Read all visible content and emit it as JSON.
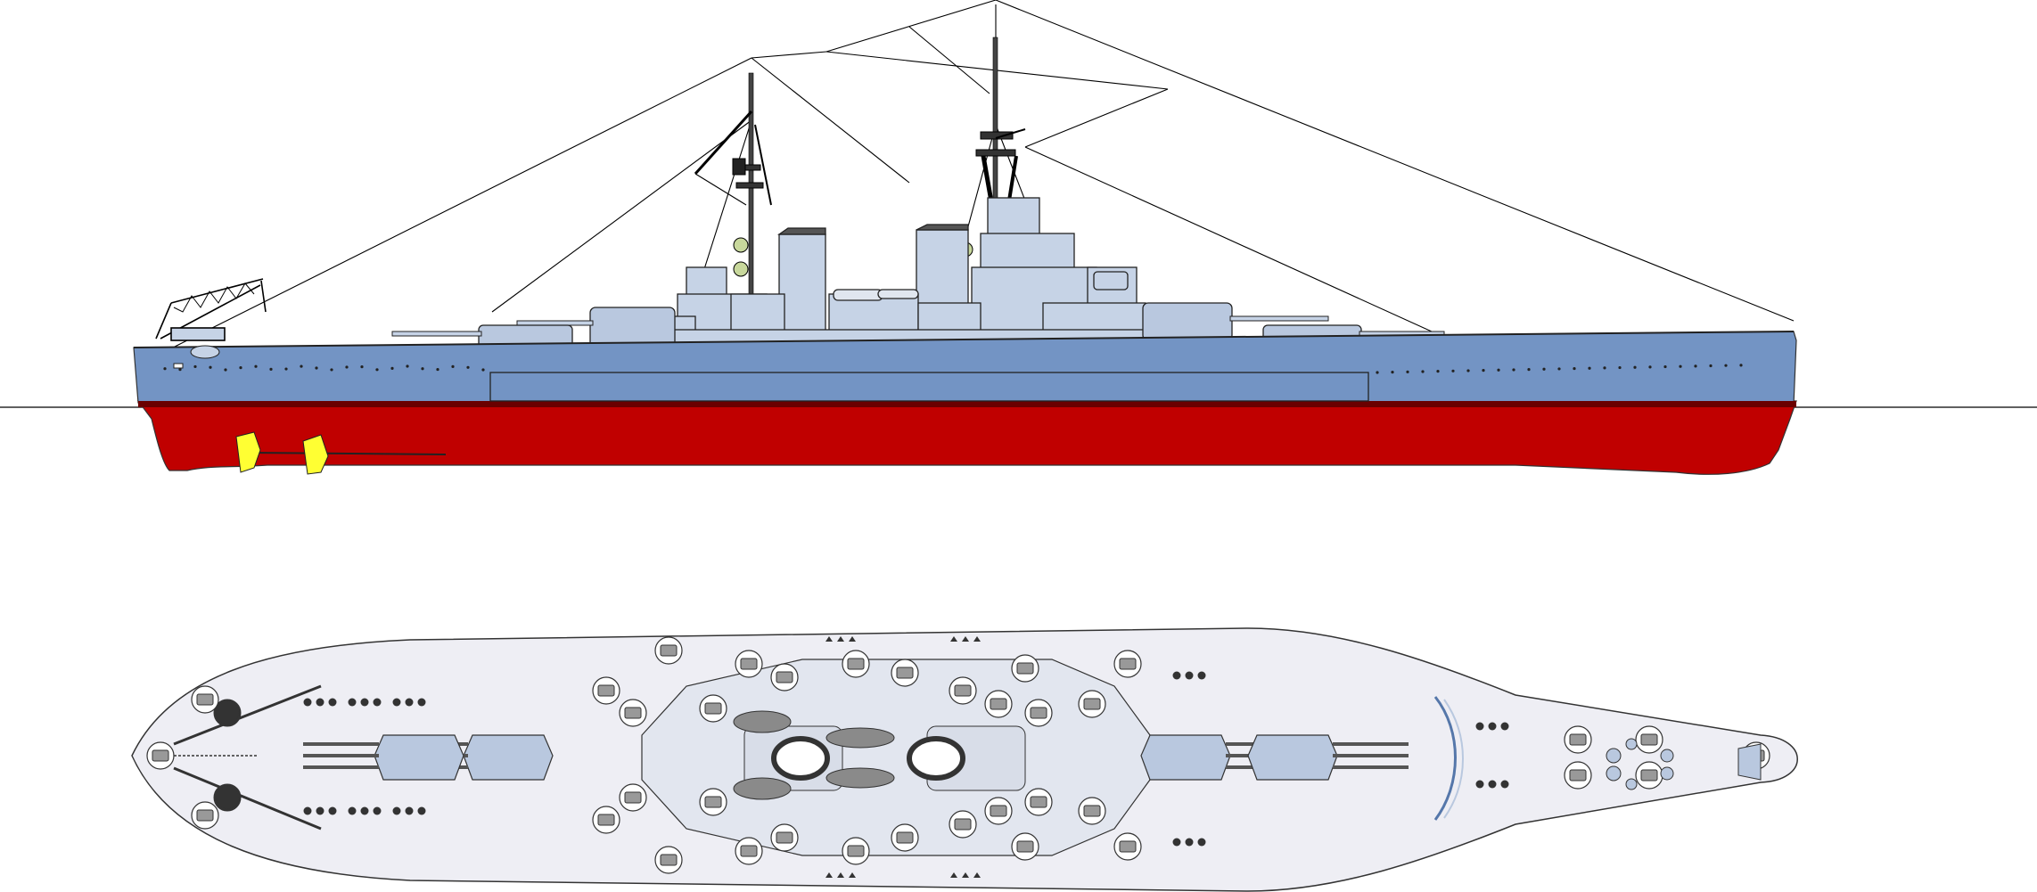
{
  "drawing": {
    "subject": "",
    "views": [
      "side-profile",
      "top-plan"
    ],
    "colors": {
      "background": "#ffffff",
      "hull_upper": "#7394c4",
      "hull_lower": "#c00000",
      "boot_top": "#6a0000",
      "superstructure": "#c6d3e6",
      "deck": "#eeeef4",
      "turret": "#b9c8df",
      "propeller": "#ffff33",
      "waterline": "#000000",
      "rigging": "#000000",
      "outline": "#222222",
      "wood_boats": "#8a8a8a"
    },
    "counts": {
      "main_turrets": 4,
      "barrels_per_main_turret": 3,
      "propellers_visible": 2
    }
  }
}
